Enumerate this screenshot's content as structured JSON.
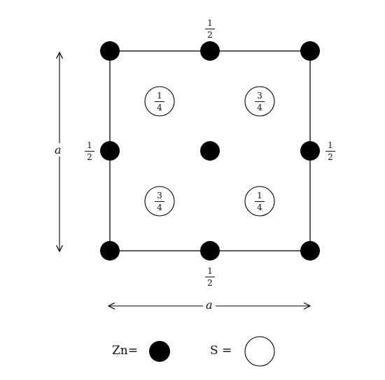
{
  "diagram": {
    "zn_atoms": [
      {
        "id": "tl",
        "height": ""
      },
      {
        "id": "tm",
        "height": "1/2"
      },
      {
        "id": "tr",
        "height": ""
      },
      {
        "id": "ml",
        "height": "1/2"
      },
      {
        "id": "c",
        "height": ""
      },
      {
        "id": "mr",
        "height": "1/2"
      },
      {
        "id": "bl",
        "height": ""
      },
      {
        "id": "bm",
        "height": "1/2"
      },
      {
        "id": "br",
        "height": ""
      }
    ],
    "s_atoms": [
      {
        "id": "s1",
        "num": "1",
        "den": "4"
      },
      {
        "id": "s2",
        "num": "3",
        "den": "4"
      },
      {
        "id": "s3",
        "num": "3",
        "den": "4"
      },
      {
        "id": "s4",
        "num": "1",
        "den": "4"
      }
    ],
    "height_labels": {
      "top": {
        "num": "1",
        "den": "2"
      },
      "left": {
        "num": "1",
        "den": "2"
      },
      "right": {
        "num": "1",
        "den": "2"
      },
      "bottom": {
        "num": "1",
        "den": "2"
      }
    },
    "dimension_vertical": "a",
    "dimension_horizontal": "a"
  },
  "legend": {
    "zn_label": "Zn=",
    "s_label": "S ="
  },
  "colors": {
    "ink": "#000000",
    "background": "#ffffff"
  }
}
